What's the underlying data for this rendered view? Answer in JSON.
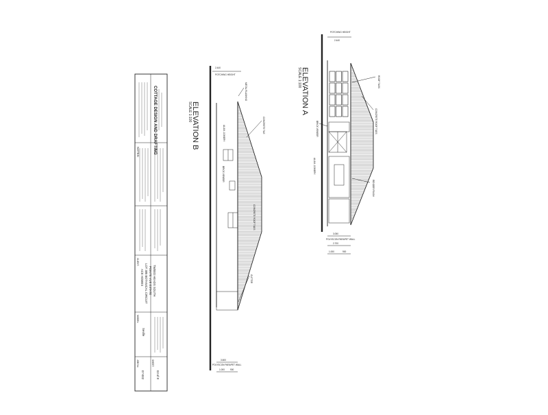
{
  "title_block": {
    "company_lines": [
      "COTTAGE DESIGN AND DRAFTING"
    ],
    "notes_heading": "NOTES:",
    "client_label": "CLIENT:",
    "client_lines": [
      "ACE HOMES",
      "LOT 385 BOTANICAL CIRCUIT",
      "POINTE VUE ESTATE",
      "TWEED HEADS SOUTH"
    ],
    "model_label": "MODEL:",
    "model": "Seville",
    "job_label": "JOB No:",
    "job_no": "07-002",
    "sheet_label": "SHEET:",
    "sheet_no": "03 of 8"
  },
  "elevation_a": {
    "title": "ELEVATION A",
    "scale": "SCALE 1:100",
    "top_label": "POTCHING HEIGHT",
    "top_dim": "2.440",
    "bottom_dims": [
      "3.050",
      "2.700"
    ],
    "small_dims": [
      "1.000",
      "900"
    ],
    "wall_label": "POLYSCON PARAPET WALL",
    "notes": [
      "ROOF TILES",
      "CONCRETE ROOF TILES",
      "BRICK VENEER",
      "ALUM. JOINERY",
      "RENDER FINISH"
    ]
  },
  "elevation_b": {
    "title": "ELEVATION B",
    "scale": "SCALE 1:100",
    "top_label": "POTCHING HEIGHT",
    "top_dim": "2.440",
    "bottom_dim": "3.600",
    "small_dims": [
      "1.000",
      "900"
    ],
    "wall_label": "POLYSCON PARAPET WALL",
    "notes": [
      "METAL FLASHING",
      "CONCRETE TILE",
      "ALUM. JOINERY",
      "BRICK VENEER",
      "CONCRETE ROOF TILES",
      "GUTTER"
    ]
  }
}
